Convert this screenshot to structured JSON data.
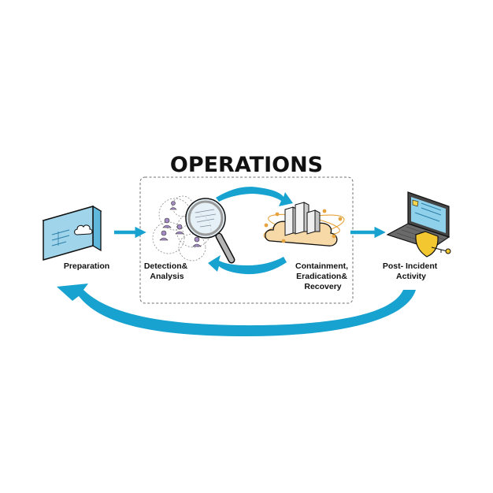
{
  "title": "OPERATIONS",
  "stages": {
    "preparation": {
      "lines": [
        "Preparation"
      ]
    },
    "detection": {
      "lines": [
        "Detection&",
        "Analysis"
      ]
    },
    "containment": {
      "lines": [
        "Containment,",
        "Eradication&",
        "Recovery"
      ]
    },
    "post_incident": {
      "lines": [
        "Post- Incident",
        "Activity"
      ]
    }
  },
  "colors": {
    "arrow": "#17a2cf",
    "screen_panel": "#9fd4ea",
    "cloud": "#f6d9a6",
    "orbit": "#e6a23c",
    "shield": "#f2c72f",
    "person": "#a58bc4",
    "laptop": "#555555",
    "laptop_screen": "#8fd0ea"
  },
  "icons": {
    "preparation": "cloud-panel-icon",
    "detection": "magnifier-network-icon",
    "containment": "cloud-building-icon",
    "post_incident": "laptop-shield-icon"
  }
}
